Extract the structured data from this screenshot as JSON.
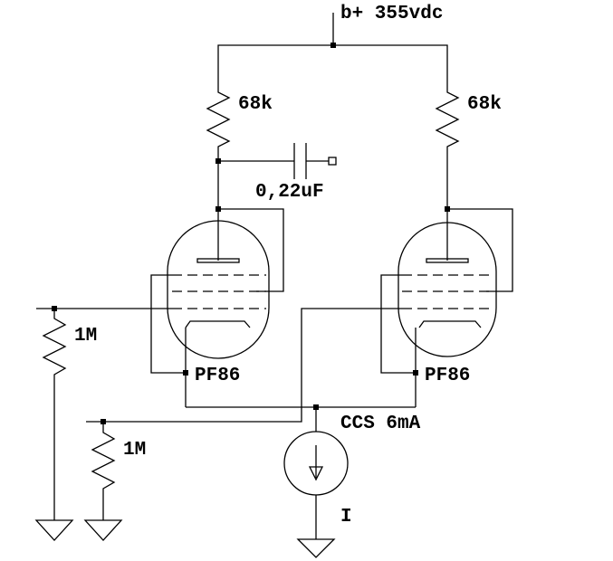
{
  "supply": {
    "label": "b+ 355vdc"
  },
  "resistors": {
    "plate_left": "68k",
    "plate_right": "68k",
    "grid_left": "1M",
    "grid_right": "1M"
  },
  "capacitor": {
    "label": "0,22uF"
  },
  "tubes": {
    "left": "PF86",
    "right": "PF86"
  },
  "current_source": {
    "label": "CCS 6mA",
    "symbol": "I"
  }
}
